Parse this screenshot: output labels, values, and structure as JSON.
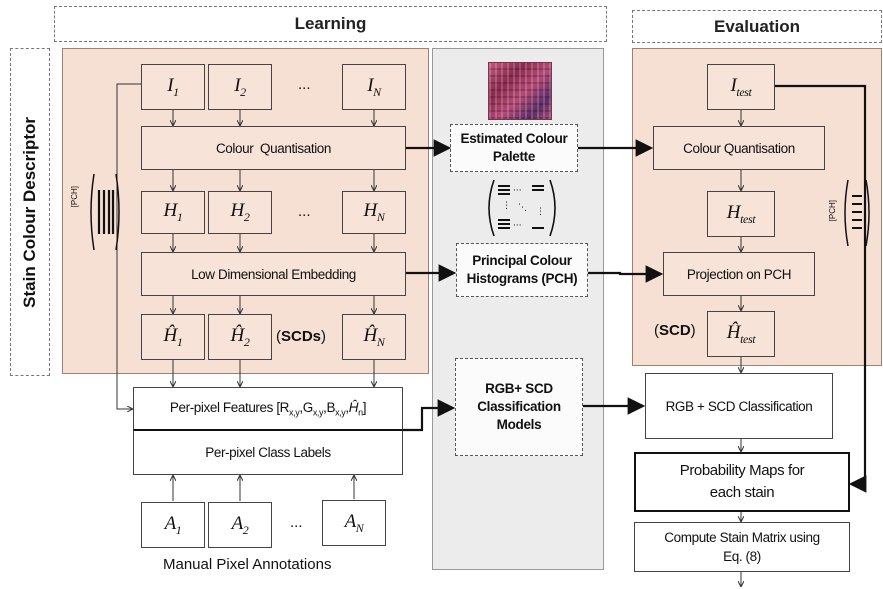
{
  "headers": {
    "learning": "Learning",
    "evaluation": "Evaluation",
    "stain_colour_descriptor": "Stain Colour Descriptor"
  },
  "learning": {
    "images": [
      "I1",
      "I2",
      "IN"
    ],
    "ellipsis": "...",
    "colour_quantisation": "Colour  Quantisation",
    "histograms": [
      "H1",
      "H2",
      "HN"
    ],
    "low_dim_embedding": "Low Dimensional Embedding",
    "scd_hats": [
      "Ĥ1",
      "Ĥ2",
      "ĤN"
    ],
    "scds_label": "SCDs",
    "per_pixel_features": "Per-pixel Features [Rx,y, Gx,y, Bx,y, Ĥn]",
    "per_pixel_class_labels": "Per-pixel Class Labels",
    "annotations": [
      "A1",
      "A2",
      "AN"
    ],
    "manual_pixel_annotations": "Manual Pixel Annotations",
    "matrix_label": "[PCH]"
  },
  "middle": {
    "estimated_palette": "Estimated Colour Palette",
    "pch": "Principal Colour Histograms (PCH)",
    "classification_models": "RGB+ SCD Classification Models"
  },
  "evaluation": {
    "i_test": "Itest",
    "colour_quantisation": "Colour Quantisation",
    "h_test": "Htest",
    "projection": "Projection on PCH",
    "scd_label": "SCD",
    "h_hat_test": "Ĥtest",
    "classification": "RGB + SCD Classification",
    "probability_maps": "Probability Maps for each stain",
    "compute_stain_matrix": "Compute Stain Matrix using Eq. (8)",
    "matrix_label": "[PCH]"
  },
  "colors": {
    "peach_bg": "#f6dfd3",
    "grey_bg": "#ececec",
    "palette_main": "#b03a5a"
  }
}
